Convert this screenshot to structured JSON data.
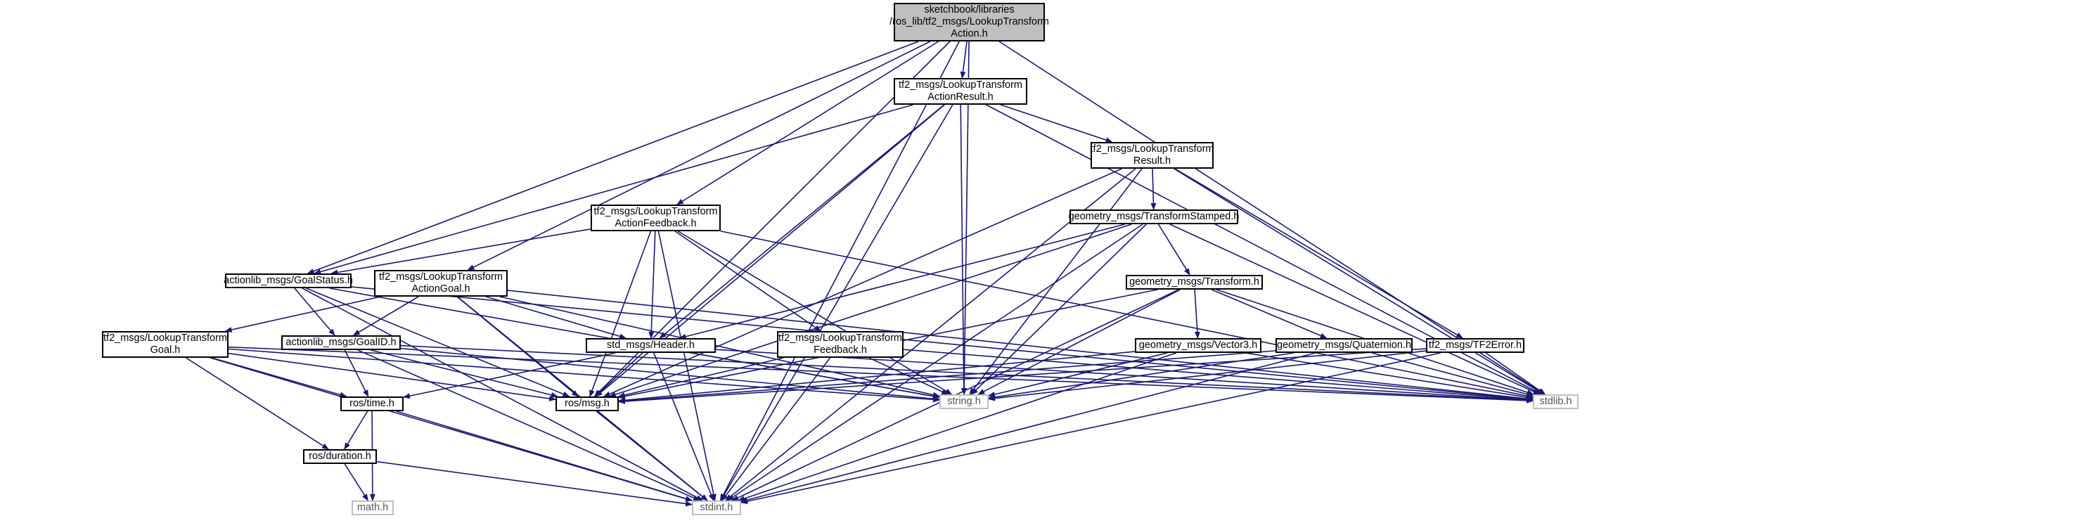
{
  "diagram": {
    "edge_color": "#191970",
    "nodes": [
      {
        "id": "root",
        "kind": "root",
        "lines": [
          "sketchbook/libraries",
          "/ros_lib/tf2_msgs/LookupTransform",
          "Action.h"
        ]
      },
      {
        "id": "action_result",
        "kind": "link",
        "lines": [
          "tf2_msgs/LookupTransform",
          "ActionResult.h"
        ]
      },
      {
        "id": "result",
        "kind": "link",
        "lines": [
          "tf2_msgs/LookupTransform",
          "Result.h"
        ]
      },
      {
        "id": "transform_stamped",
        "kind": "link",
        "lines": [
          "geometry_msgs/TransformStamped.h"
        ]
      },
      {
        "id": "transform",
        "kind": "link",
        "lines": [
          "geometry_msgs/Transform.h"
        ]
      },
      {
        "id": "action_feedback",
        "kind": "link",
        "lines": [
          "tf2_msgs/LookupTransform",
          "ActionFeedback.h"
        ]
      },
      {
        "id": "goal_status",
        "kind": "link",
        "lines": [
          "actionlib_msgs/GoalStatus.h"
        ]
      },
      {
        "id": "action_goal",
        "kind": "link",
        "lines": [
          "tf2_msgs/LookupTransform",
          "ActionGoal.h"
        ]
      },
      {
        "id": "goal",
        "kind": "link",
        "lines": [
          "tf2_msgs/LookupTransform",
          "Goal.h"
        ]
      },
      {
        "id": "goal_id",
        "kind": "link",
        "lines": [
          "actionlib_msgs/GoalID.h"
        ]
      },
      {
        "id": "header",
        "kind": "link",
        "lines": [
          "std_msgs/Header.h"
        ]
      },
      {
        "id": "feedback",
        "kind": "link",
        "lines": [
          "tf2_msgs/LookupTransform",
          "Feedback.h"
        ]
      },
      {
        "id": "vector3",
        "kind": "link",
        "lines": [
          "geometry_msgs/Vector3.h"
        ]
      },
      {
        "id": "quaternion",
        "kind": "link",
        "lines": [
          "geometry_msgs/Quaternion.h"
        ]
      },
      {
        "id": "tf2error",
        "kind": "link",
        "lines": [
          "tf2_msgs/TF2Error.h"
        ]
      },
      {
        "id": "ros_time",
        "kind": "link",
        "lines": [
          "ros/time.h"
        ]
      },
      {
        "id": "ros_msg",
        "kind": "link",
        "lines": [
          "ros/msg.h"
        ]
      },
      {
        "id": "string_h",
        "kind": "ext",
        "lines": [
          "string.h"
        ]
      },
      {
        "id": "stdlib_h",
        "kind": "ext",
        "lines": [
          "stdlib.h"
        ]
      },
      {
        "id": "ros_duration",
        "kind": "link",
        "lines": [
          "ros/duration.h"
        ]
      },
      {
        "id": "math_h",
        "kind": "ext",
        "lines": [
          "math.h"
        ]
      },
      {
        "id": "stdint_h",
        "kind": "ext",
        "lines": [
          "stdint.h"
        ]
      }
    ],
    "edges": [
      [
        "root",
        "action_result"
      ],
      [
        "root",
        "action_feedback"
      ],
      [
        "root",
        "goal_status"
      ],
      [
        "root",
        "action_goal"
      ],
      [
        "root",
        "ros_msg"
      ],
      [
        "root",
        "string_h"
      ],
      [
        "root",
        "stdlib_h"
      ],
      [
        "root",
        "stdint_h"
      ],
      [
        "action_result",
        "result"
      ],
      [
        "action_result",
        "header"
      ],
      [
        "action_result",
        "ros_msg"
      ],
      [
        "action_result",
        "string_h"
      ],
      [
        "action_result",
        "stdlib_h"
      ],
      [
        "action_result",
        "stdint_h"
      ],
      [
        "action_result",
        "goal_status"
      ],
      [
        "result",
        "transform_stamped"
      ],
      [
        "result",
        "tf2error"
      ],
      [
        "result",
        "ros_msg"
      ],
      [
        "result",
        "string_h"
      ],
      [
        "result",
        "stdlib_h"
      ],
      [
        "result",
        "stdint_h"
      ],
      [
        "transform_stamped",
        "header"
      ],
      [
        "transform_stamped",
        "transform"
      ],
      [
        "transform_stamped",
        "ros_msg"
      ],
      [
        "transform_stamped",
        "string_h"
      ],
      [
        "transform_stamped",
        "stdlib_h"
      ],
      [
        "transform_stamped",
        "stdint_h"
      ],
      [
        "transform",
        "vector3"
      ],
      [
        "transform",
        "quaternion"
      ],
      [
        "transform",
        "ros_msg"
      ],
      [
        "transform",
        "string_h"
      ],
      [
        "transform",
        "stdlib_h"
      ],
      [
        "transform",
        "stdint_h"
      ],
      [
        "action_feedback",
        "goal_status"
      ],
      [
        "action_feedback",
        "header"
      ],
      [
        "action_feedback",
        "feedback"
      ],
      [
        "action_feedback",
        "ros_msg"
      ],
      [
        "action_feedback",
        "string_h"
      ],
      [
        "action_feedback",
        "stdlib_h"
      ],
      [
        "action_feedback",
        "stdint_h"
      ],
      [
        "goal_status",
        "goal_id"
      ],
      [
        "goal_status",
        "ros_msg"
      ],
      [
        "goal_status",
        "string_h"
      ],
      [
        "goal_status",
        "stdlib_h"
      ],
      [
        "goal_status",
        "stdint_h"
      ],
      [
        "action_goal",
        "goal"
      ],
      [
        "action_goal",
        "goal_id"
      ],
      [
        "action_goal",
        "header"
      ],
      [
        "action_goal",
        "ros_msg"
      ],
      [
        "action_goal",
        "string_h"
      ],
      [
        "action_goal",
        "stdlib_h"
      ],
      [
        "action_goal",
        "stdint_h"
      ],
      [
        "goal",
        "ros_time"
      ],
      [
        "goal",
        "ros_duration"
      ],
      [
        "goal",
        "ros_msg"
      ],
      [
        "goal",
        "string_h"
      ],
      [
        "goal",
        "stdlib_h"
      ],
      [
        "goal",
        "stdint_h"
      ],
      [
        "goal_id",
        "ros_time"
      ],
      [
        "goal_id",
        "ros_msg"
      ],
      [
        "goal_id",
        "string_h"
      ],
      [
        "goal_id",
        "stdlib_h"
      ],
      [
        "goal_id",
        "stdint_h"
      ],
      [
        "header",
        "ros_time"
      ],
      [
        "header",
        "ros_msg"
      ],
      [
        "header",
        "string_h"
      ],
      [
        "header",
        "stdlib_h"
      ],
      [
        "header",
        "stdint_h"
      ],
      [
        "feedback",
        "ros_msg"
      ],
      [
        "feedback",
        "string_h"
      ],
      [
        "feedback",
        "stdlib_h"
      ],
      [
        "feedback",
        "stdint_h"
      ],
      [
        "vector3",
        "ros_msg"
      ],
      [
        "vector3",
        "string_h"
      ],
      [
        "vector3",
        "stdlib_h"
      ],
      [
        "vector3",
        "stdint_h"
      ],
      [
        "quaternion",
        "ros_msg"
      ],
      [
        "quaternion",
        "string_h"
      ],
      [
        "quaternion",
        "stdlib_h"
      ],
      [
        "quaternion",
        "stdint_h"
      ],
      [
        "tf2error",
        "ros_msg"
      ],
      [
        "tf2error",
        "string_h"
      ],
      [
        "tf2error",
        "stdlib_h"
      ],
      [
        "tf2error",
        "stdint_h"
      ],
      [
        "ros_time",
        "ros_duration"
      ],
      [
        "ros_time",
        "math_h"
      ],
      [
        "ros_time",
        "stdint_h"
      ],
      [
        "ros_duration",
        "math_h"
      ],
      [
        "ros_duration",
        "stdint_h"
      ],
      [
        "ros_msg",
        "stdint_h"
      ]
    ]
  }
}
